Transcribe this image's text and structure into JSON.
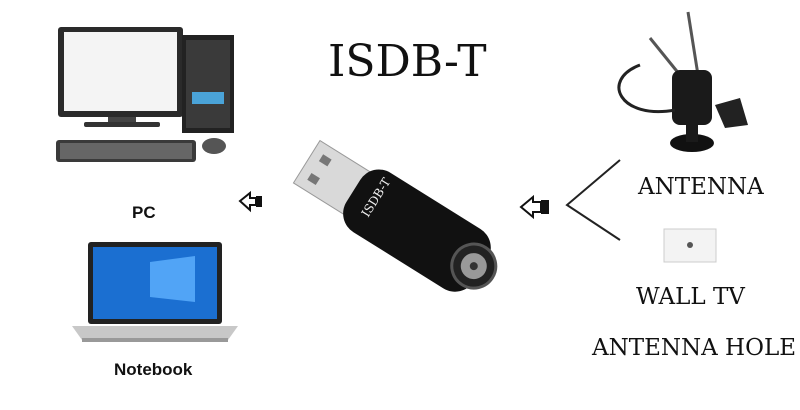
{
  "title": "ISDB-T",
  "dongle_label": "ISDB-T",
  "labels": {
    "pc": "PC",
    "notebook": "Notebook",
    "antenna": "ANTENNA",
    "wall_tv_line1": "WALL TV",
    "wall_tv_line2": "ANTENNA HOLE"
  },
  "colors": {
    "device_black": "#111111",
    "screen_blue": "#1b6fd1",
    "text": "#111111"
  }
}
